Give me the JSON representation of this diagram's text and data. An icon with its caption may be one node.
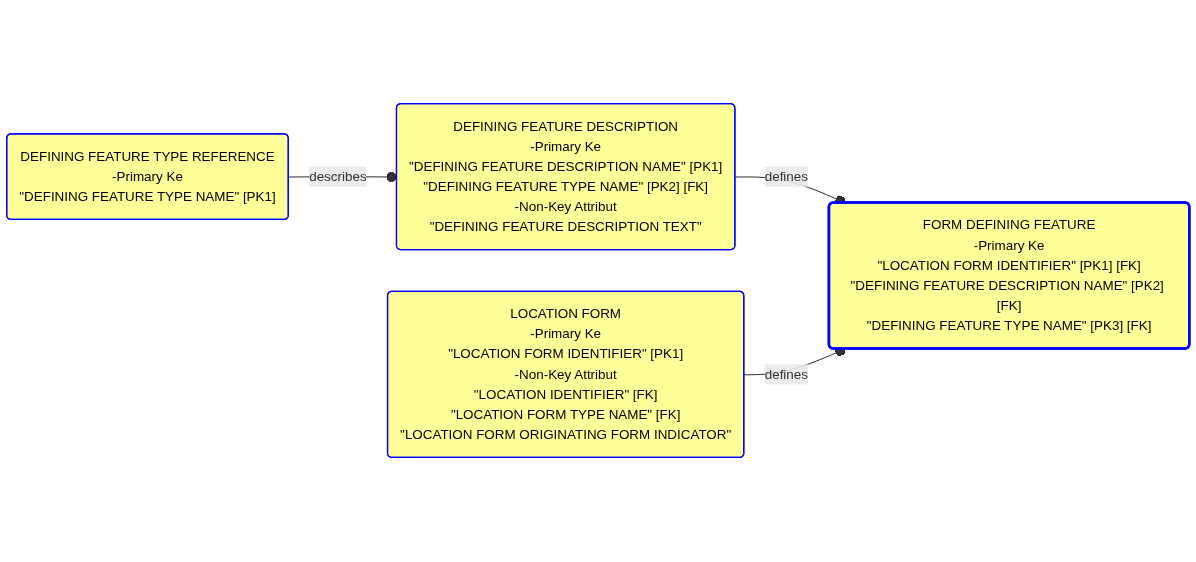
{
  "diagram": {
    "nodes": [
      {
        "text": [
          "DEFINING FEATURE TYPE REFERENCE",
          "-Primary Ke",
          "\"DEFINING FEATURE TYPE NAME\" [PK1]"
        ]
      },
      {
        "text": [
          "DEFINING FEATURE DESCRIPTION",
          "-Primary Ke",
          "\"DEFINING FEATURE DESCRIPTION NAME\" [PK1]",
          "\"DEFINING FEATURE TYPE NAME\" [PK2] [FK]",
          "-Non-Key Attribut",
          "\"DEFINING FEATURE DESCRIPTION TEXT\""
        ]
      },
      {
        "text": [
          "LOCATION FORM",
          "-Primary Ke",
          "\"LOCATION FORM IDENTIFIER\" [PK1]",
          "-Non-Key Attribut",
          "\"LOCATION IDENTIFIER\" [FK]",
          "\"LOCATION FORM TYPE NAME\" [FK]",
          "\"LOCATION FORM ORIGINATING FORM INDICATOR\""
        ]
      },
      {
        "text": [
          "FORM DEFINING FEATURE",
          "-Primary Ke",
          "\"LOCATION FORM IDENTIFIER\" [PK1] [FK]",
          "\"DEFINING FEATURE DESCRIPTION NAME\" [PK2] [FK]",
          "\"DEFINING FEATURE TYPE NAME\" [PK3] [FK]"
        ]
      }
    ],
    "edges": [
      {
        "from": 0,
        "to": 1,
        "arrow": "other",
        "label": "describes"
      },
      {
        "from": 1,
        "to": 3,
        "arrow": "other",
        "label": "defines"
      },
      {
        "from": 2,
        "to": 3,
        "arrow": "other",
        "label": "defines"
      }
    ]
  }
}
